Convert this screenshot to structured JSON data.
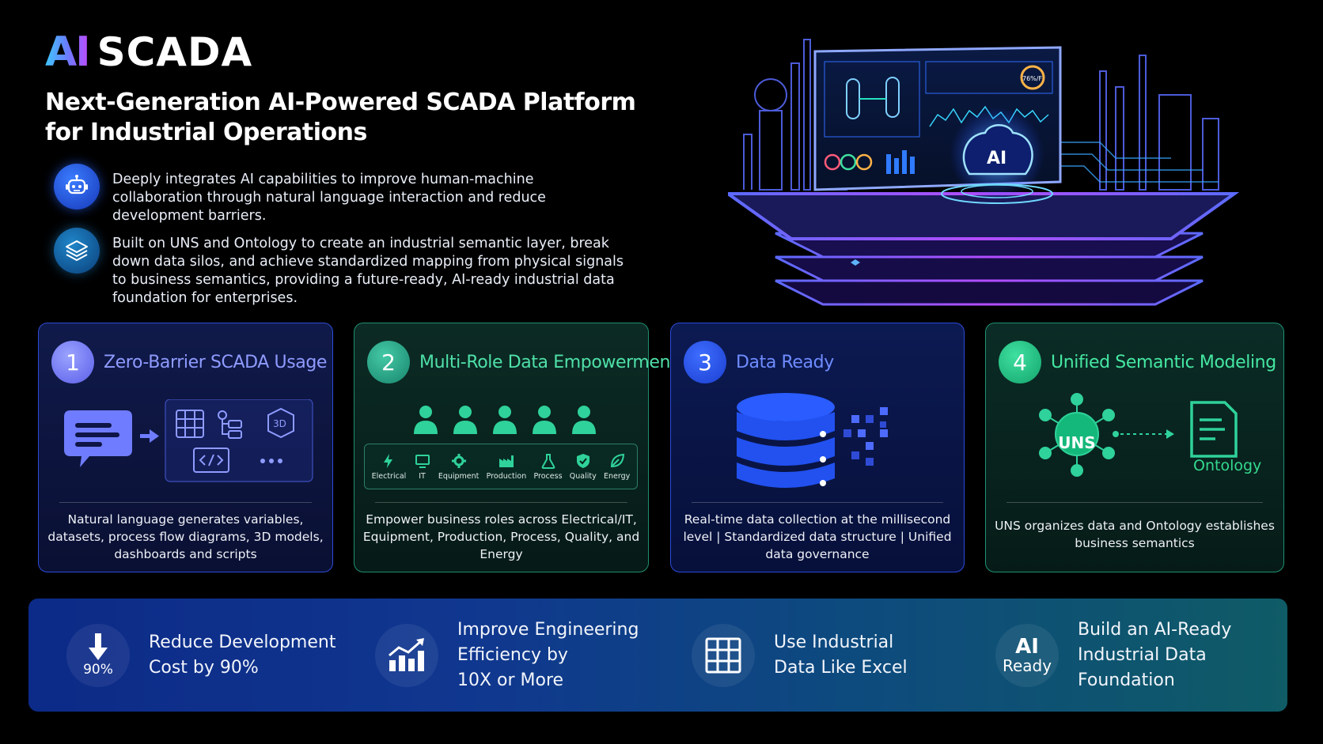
{
  "brand": {
    "logo_mark": "AI",
    "logo_word": "SCADA",
    "headline_line1": "Next-Generation AI-Powered SCADA Platform",
    "headline_line2": "for Industrial Operations"
  },
  "intro": [
    {
      "icon": "robot-icon",
      "text": "Deeply integrates AI capabilities to improve human-machine collaboration through natural language interaction and reduce development barriers."
    },
    {
      "icon": "layers-icon",
      "text": "Built on UNS and Ontology to create an industrial semantic layer, break down data silos, and achieve standardized mapping from physical signals to business semantics, providing a future-ready, AI-ready industrial data foundation for enterprises."
    }
  ],
  "hero": {
    "chip_label": "AI",
    "panel_readout": "76%/F"
  },
  "cards": [
    {
      "number": "1",
      "title": "Zero-Barrier SCADA Usage",
      "desc": "Natural language generates variables, datasets, process flow diagrams, 3D models, dashboards and scripts",
      "badge_3d": "3D",
      "color": "#8f9bff"
    },
    {
      "number": "2",
      "title": "Multi-Role Data Empowerment",
      "desc": "Empower business roles across Electrical/IT, Equipment, Production, Process, Quality, and Energy",
      "roles": [
        "Electrical",
        "IT",
        "Equipment",
        "Production",
        "Process",
        "Quality",
        "Energy"
      ],
      "color": "#4fe0a9"
    },
    {
      "number": "3",
      "title": "Data Ready",
      "desc": "Real-time data collection at the millisecond level | Standardized data structure | Unified data governance",
      "color": "#6f8cff"
    },
    {
      "number": "4",
      "title": "Unified Semantic Modeling",
      "desc": "UNS organizes data and Ontology establishes business semantics",
      "node_label": "UNS",
      "doc_label": "Ontology",
      "color": "#45e7a2"
    }
  ],
  "stats": [
    {
      "icon": "arrow-down-icon",
      "badge": "90%",
      "line1": "Reduce Development",
      "line2": "Cost by 90%",
      "line3": ""
    },
    {
      "icon": "growth-chart-icon",
      "line1": "Improve Engineering",
      "line2": "Efficiency by",
      "line3": "10X or More"
    },
    {
      "icon": "spreadsheet-icon",
      "line1": "Use Industrial",
      "line2": "Data Like Excel",
      "line3": ""
    },
    {
      "icon": "ai-ready-icon",
      "badge_top": "AI",
      "badge_bottom": "Ready",
      "line1": "Build an AI-Ready",
      "line2": "Industrial Data",
      "line3": "Foundation"
    }
  ]
}
